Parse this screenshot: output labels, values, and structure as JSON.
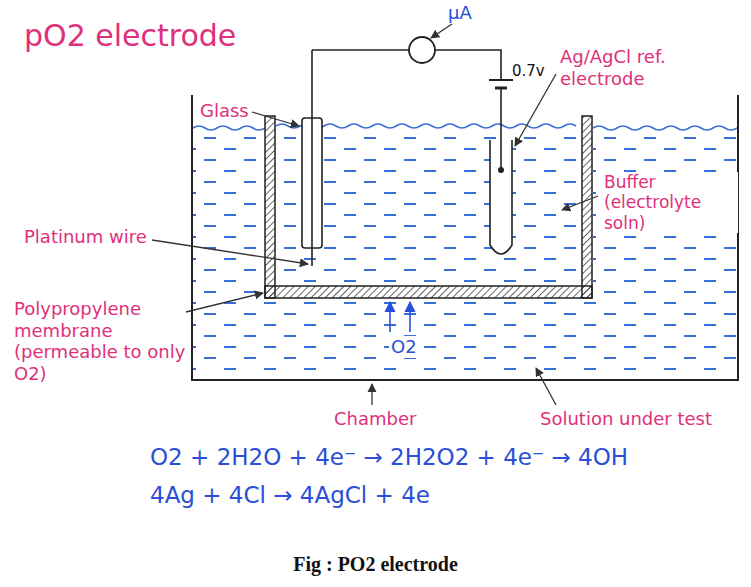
{
  "diagram": {
    "title": "pO2 electrode",
    "caption": "Fig : PO2 electrode",
    "labels": [
      "μA",
      "0.7v",
      "Ag/AgCl ref. electrode",
      "Glass",
      "Platinum wire",
      "Buffer (electrolyte soln)",
      "O2",
      "Polypropylene membrane (permeable to only O2)",
      "Chamber",
      "Solution under test",
      "O2 + 2H2O + 4e⁻ → 2H2O2 + 4e⁻ → 4OH",
      "4Ag + 4Cl → 4AgCl + 4e"
    ]
  }
}
